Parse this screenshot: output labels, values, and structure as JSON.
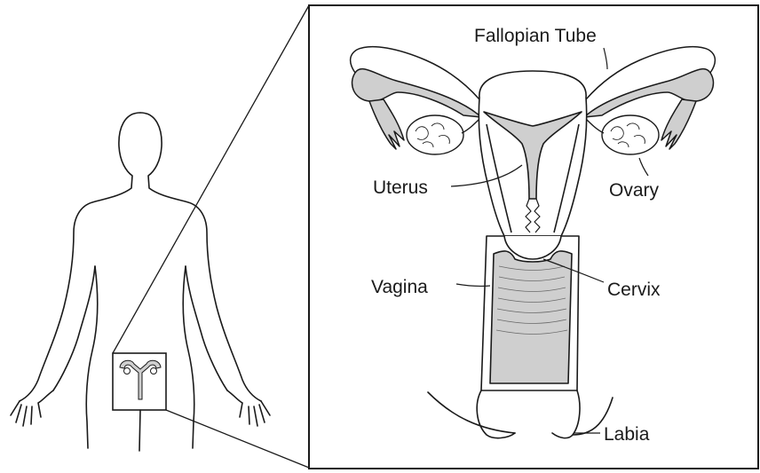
{
  "labels": {
    "fallopian_tube": "Fallopian Tube",
    "uterus": "Uterus",
    "ovary": "Ovary",
    "vagina": "Vagina",
    "cervix": "Cervix",
    "labia": "Labia"
  },
  "colors": {
    "line": "#1a1a1a",
    "fill": "#cfcfcf",
    "background": "#ffffff"
  }
}
